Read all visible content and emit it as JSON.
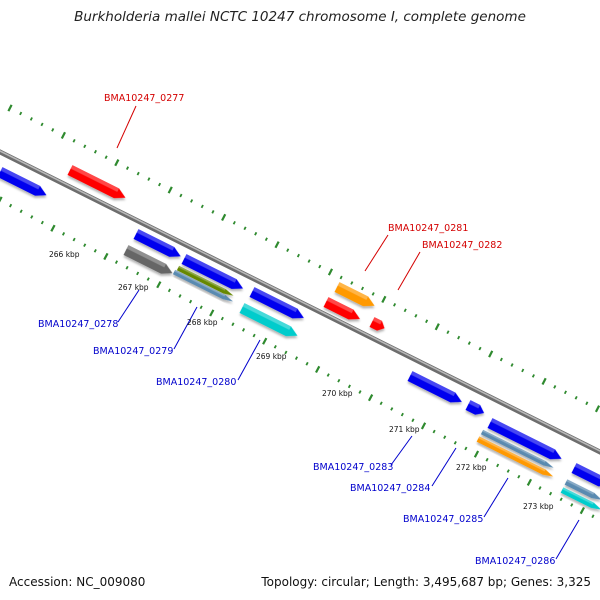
{
  "title": "Burkholderia mallei NCTC 10247 chromosome I, complete genome",
  "accession_text": "Accession: NC_009080",
  "summary_text": "Topology: circular; Length: 3,495,687 bp; Genes: 3,325",
  "colors": {
    "backbone": "#8f8f8f",
    "tick": "#2f8a2f",
    "label_red": "#d40000",
    "label_blue": "#0000cc",
    "red": "#ff0000",
    "blue": "#0000ee",
    "orange": "#ff9900",
    "cyan": "#00cccc",
    "gray": "#666666",
    "olive": "#668800",
    "steel": "#5a8ab0"
  },
  "kbp_labels": [
    "266 kbp",
    "267 kbp",
    "268 kbp",
    "269 kbp",
    "270 kbp",
    "271 kbp",
    "272 kbp",
    "273 kbp"
  ],
  "gene_labels": [
    {
      "text": "BMA10247_0277",
      "color": "red"
    },
    {
      "text": "BMA10247_0281",
      "color": "red"
    },
    {
      "text": "BMA10247_0282",
      "color": "red"
    },
    {
      "text": "BMA10247_0278",
      "color": "blue"
    },
    {
      "text": "BMA10247_0279",
      "color": "blue"
    },
    {
      "text": "BMA10247_0280",
      "color": "blue"
    },
    {
      "text": "BMA10247_0283",
      "color": "blue"
    },
    {
      "text": "BMA10247_0284",
      "color": "blue"
    },
    {
      "text": "BMA10247_0285",
      "color": "blue"
    },
    {
      "text": "BMA10247_0286",
      "color": "blue"
    }
  ]
}
